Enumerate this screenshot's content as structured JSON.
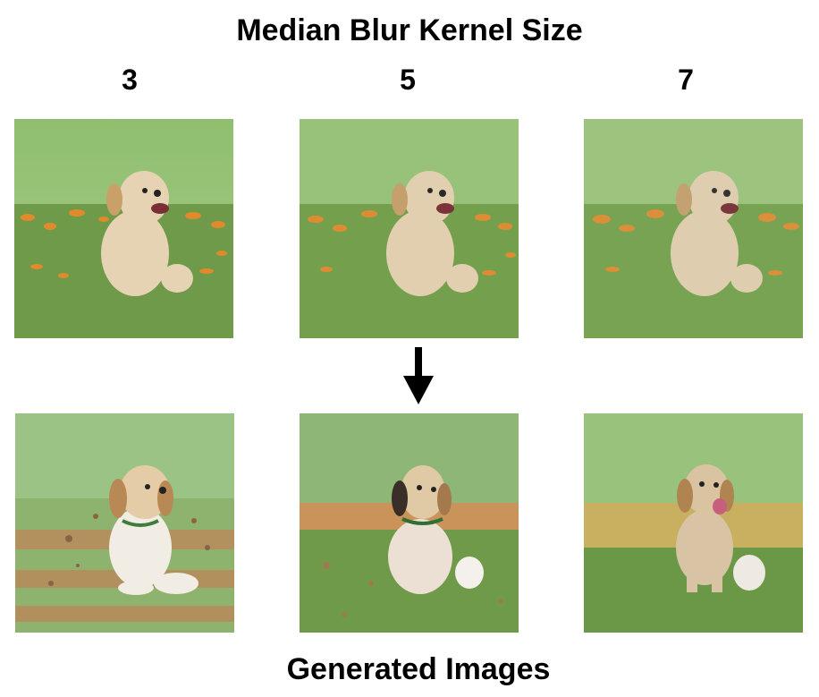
{
  "title": "Median Blur Kernel Size",
  "kernel_sizes": [
    "3",
    "5",
    "7"
  ],
  "bottom_label": "Generated Images"
}
